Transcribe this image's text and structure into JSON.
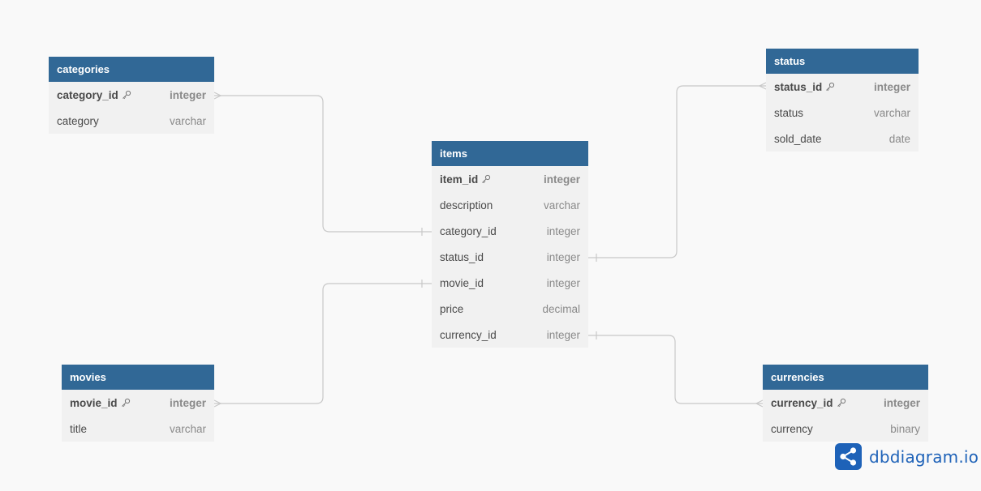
{
  "tables": {
    "categories": {
      "name": "categories",
      "fields": [
        {
          "name": "category_id",
          "type": "integer",
          "pk": true
        },
        {
          "name": "category",
          "type": "varchar"
        }
      ]
    },
    "items": {
      "name": "items",
      "fields": [
        {
          "name": "item_id",
          "type": "integer",
          "pk": true
        },
        {
          "name": "description",
          "type": "varchar"
        },
        {
          "name": "category_id",
          "type": "integer"
        },
        {
          "name": "status_id",
          "type": "integer"
        },
        {
          "name": "movie_id",
          "type": "integer"
        },
        {
          "name": "price",
          "type": "decimal"
        },
        {
          "name": "currency_id",
          "type": "integer"
        }
      ]
    },
    "status": {
      "name": "status",
      "fields": [
        {
          "name": "status_id",
          "type": "integer",
          "pk": true
        },
        {
          "name": "status",
          "type": "varchar"
        },
        {
          "name": "sold_date",
          "type": "date"
        }
      ]
    },
    "movies": {
      "name": "movies",
      "fields": [
        {
          "name": "movie_id",
          "type": "integer",
          "pk": true
        },
        {
          "name": "title",
          "type": "varchar"
        }
      ]
    },
    "currencies": {
      "name": "currencies",
      "fields": [
        {
          "name": "currency_id",
          "type": "integer",
          "pk": true
        },
        {
          "name": "currency",
          "type": "binary"
        }
      ]
    }
  },
  "relations": [
    {
      "from": "categories.category_id",
      "to": "items.category_id"
    },
    {
      "from": "status.status_id",
      "to": "items.status_id"
    },
    {
      "from": "movies.movie_id",
      "to": "items.movie_id"
    },
    {
      "from": "currencies.currency_id",
      "to": "items.currency_id"
    }
  ],
  "colors": {
    "header": "#316896",
    "body": "#f1f1f1",
    "connector": "#c8c8c8",
    "brand": "#1e62b8"
  },
  "brand": {
    "text": "dbdiagram.io",
    "icon": "share-icon"
  }
}
